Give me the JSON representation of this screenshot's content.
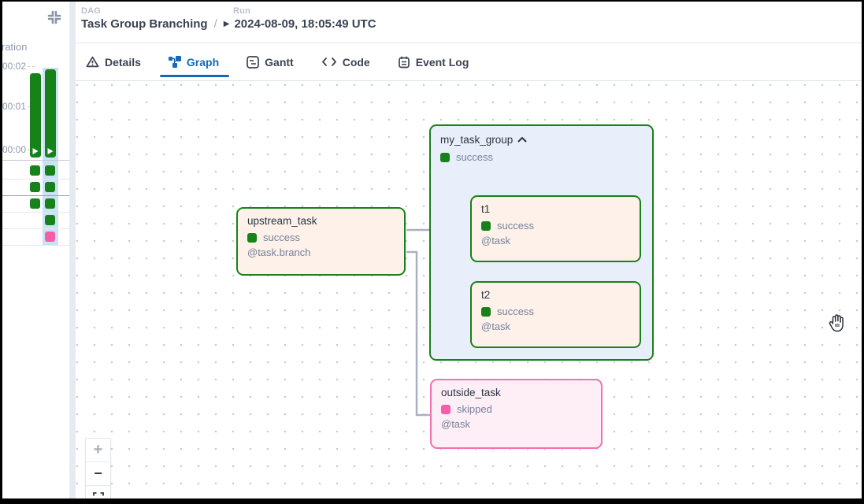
{
  "header": {
    "dag_label": "DAG",
    "dag_title": "Task Group Branching",
    "separator": "/",
    "run_label": "Run",
    "run_play_icon": "▶",
    "run_value": "2024-08-09, 18:05:49 UTC"
  },
  "tabs": {
    "items": [
      {
        "id": "details",
        "label": "Details",
        "active": false
      },
      {
        "id": "graph",
        "label": "Graph",
        "active": true
      },
      {
        "id": "gantt",
        "label": "Gantt",
        "active": false
      },
      {
        "id": "code",
        "label": "Code",
        "active": false
      },
      {
        "id": "event_log",
        "label": "Event Log",
        "active": false
      }
    ]
  },
  "sidebar": {
    "panel_label_truncated": "ration",
    "panel_label_full": "Duration",
    "axis_ticks": [
      "00:02",
      "00:01",
      "00:00"
    ],
    "runs": [
      {
        "state": "success",
        "approx_duration": "00:02",
        "selected": false
      },
      {
        "state": "success",
        "approx_duration": "00:02",
        "selected": true
      }
    ],
    "task_rows": [
      {
        "cols": [
          "success",
          "success"
        ]
      },
      {
        "cols": [
          "success",
          "success"
        ]
      },
      {
        "cols": [
          "success",
          "success"
        ]
      },
      {
        "cols": [
          null,
          "success"
        ]
      },
      {
        "cols": [
          null,
          "skipped"
        ]
      }
    ]
  },
  "graph": {
    "group": {
      "title": "my_task_group",
      "state": "success",
      "collapse_icon": "chevron-up"
    },
    "nodes": {
      "upstream": {
        "title": "upstream_task",
        "state": "success",
        "operator": "@task.branch"
      },
      "t1": {
        "title": "t1",
        "state": "success",
        "operator": "@task"
      },
      "t2": {
        "title": "t2",
        "state": "success",
        "operator": "@task"
      },
      "outside": {
        "title": "outside_task",
        "state": "skipped",
        "operator": "@task"
      }
    }
  },
  "zoom_controls": {
    "zoom_in": "+",
    "zoom_out": "−",
    "fullscreen": "fit-screen"
  },
  "colors": {
    "success_green": "#17821a",
    "skipped_pink": "#f55fa9",
    "skipped_border": "#f470af",
    "group_bg": "#e9effa",
    "task_bg": "#fdf1e9",
    "outside_bg": "#fdeff5",
    "accent_blue": "#1569b8",
    "edge_gray": "#a9b1bf",
    "selected_run_highlight": "#c9e2f6",
    "muted_text": "#76819b"
  }
}
